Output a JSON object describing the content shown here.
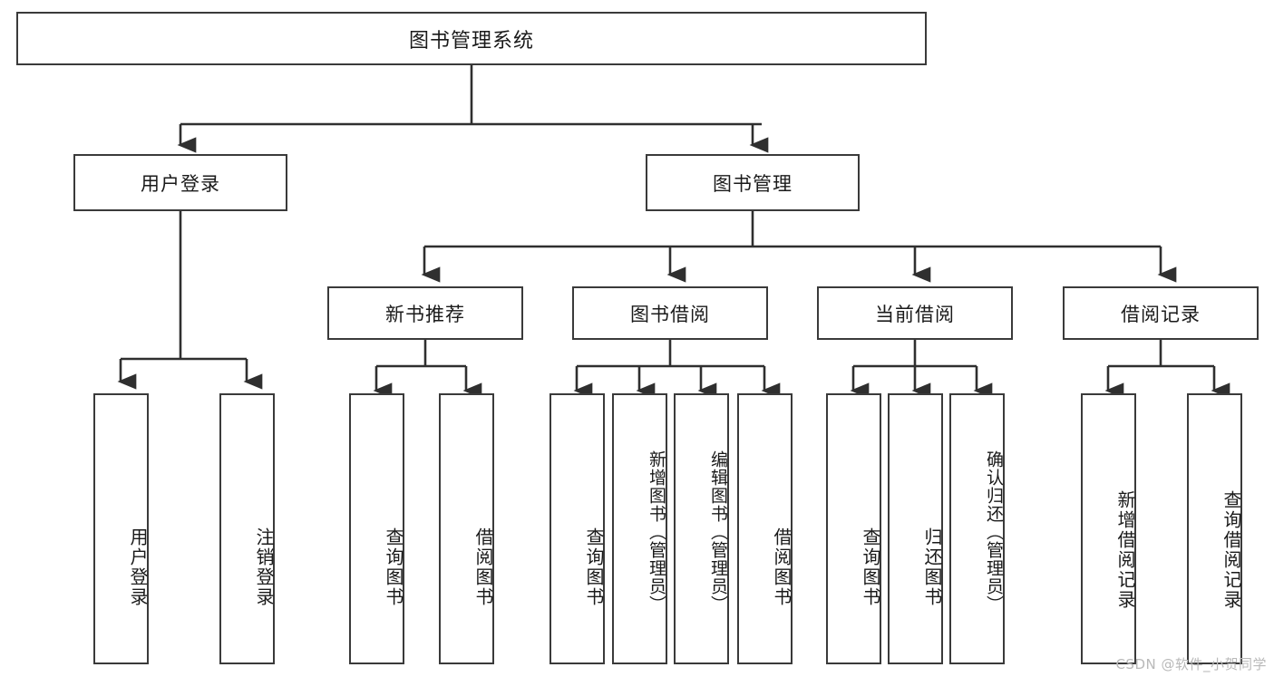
{
  "diagram": {
    "type": "tree",
    "title": "图书管理系统",
    "watermark": "CSDN @软件_小贺同学",
    "colors": {
      "background": "#ffffff",
      "border": "#3a3a3a",
      "text": "#1a1a1a",
      "watermark": "#b9b9b9"
    },
    "nodes": {
      "root": {
        "label": "图书管理系统"
      },
      "level2": [
        {
          "id": "user-login",
          "label": "用户登录"
        },
        {
          "id": "book-manage",
          "label": "图书管理"
        }
      ],
      "level3": [
        {
          "id": "new-book-recommend",
          "label": "新书推荐"
        },
        {
          "id": "book-borrow",
          "label": "图书借阅"
        },
        {
          "id": "current-borrow",
          "label": "当前借阅"
        },
        {
          "id": "borrow-record",
          "label": "借阅记录"
        }
      ],
      "leaves": {
        "user_login": [
          {
            "id": "leaf-user-login",
            "label": "用户登录"
          },
          {
            "id": "leaf-logout",
            "label": "注销登录"
          }
        ],
        "new_book_recommend": [
          {
            "id": "leaf-query-book-1",
            "label": "查询图书"
          },
          {
            "id": "leaf-borrow-book-1",
            "label": "借阅图书"
          }
        ],
        "book_borrow": [
          {
            "id": "leaf-query-book-2",
            "label": "查询图书"
          },
          {
            "id": "leaf-add-book",
            "label": "新增图书（管理员）"
          },
          {
            "id": "leaf-edit-book",
            "label": "编辑图书（管理员）"
          },
          {
            "id": "leaf-borrow-book-2",
            "label": "借阅图书"
          }
        ],
        "current_borrow": [
          {
            "id": "leaf-query-book-3",
            "label": "查询图书"
          },
          {
            "id": "leaf-return-book",
            "label": "归还图书"
          },
          {
            "id": "leaf-confirm-return",
            "label": "确认归还（管理员）"
          }
        ],
        "borrow_record": [
          {
            "id": "leaf-add-record",
            "label": "新增借阅记录"
          },
          {
            "id": "leaf-query-record",
            "label": "查询借阅记录"
          }
        ]
      }
    }
  }
}
